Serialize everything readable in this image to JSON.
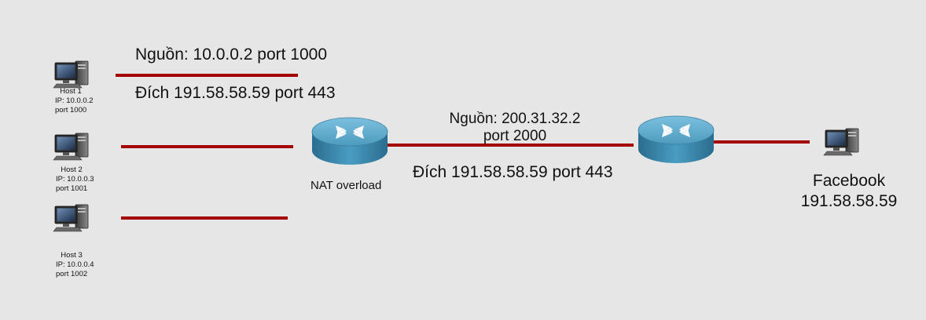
{
  "hosts": [
    {
      "name": "Host 1",
      "ip": "IP: 10.0.0.2",
      "port": "port 1000"
    },
    {
      "name": "Host 2",
      "ip": "IP: 10.0.0.3",
      "port": "port 1001"
    },
    {
      "name": "Host 3",
      "ip": "IP: 10.0.0.4",
      "port": "port 1002"
    }
  ],
  "left_packet": {
    "source": "Nguồn: 10.0.0.2 port 1000",
    "destination": "Đích 191.58.58.59 port 443"
  },
  "nat_router": {
    "label": "NAT overload"
  },
  "right_packet": {
    "source_line1": "Nguồn: 200.31.32.2",
    "source_line2": "port 2000",
    "destination": "Đích 191.58.58.59 port 443"
  },
  "server": {
    "name": "Facebook",
    "ip": "191.58.58.59"
  },
  "colors": {
    "link": "#a40000",
    "router": "#3d86a8",
    "background": "#e6e6e6"
  }
}
